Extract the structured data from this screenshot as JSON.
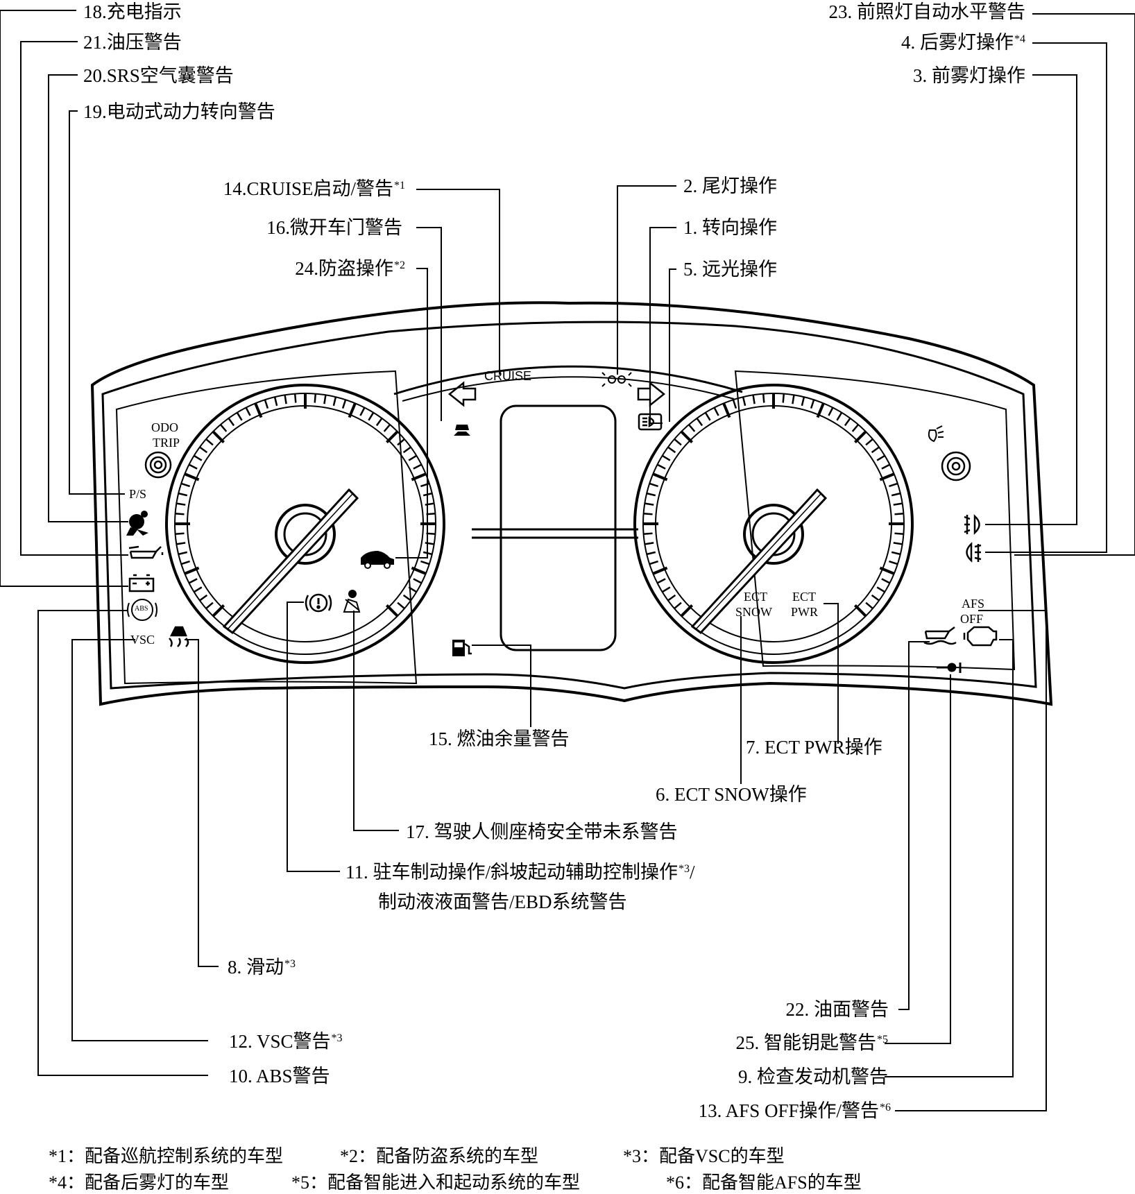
{
  "callouts": {
    "c18": {
      "text": "18.充电指示"
    },
    "c21": {
      "text": "21.油压警告"
    },
    "c20": {
      "text": "20.SRS空气囊警告"
    },
    "c19": {
      "text": "19.电动式动力转向警告"
    },
    "c23": {
      "text": "23. 前照灯自动水平警告"
    },
    "c4": {
      "text": "4. 后雾灯操作",
      "sup": "*4"
    },
    "c3": {
      "text": "3. 前雾灯操作"
    },
    "c14": {
      "text": "14.CRUISE启动/警告",
      "sup": "*1"
    },
    "c16": {
      "text": "16.微开车门警告"
    },
    "c24": {
      "text": "24.防盗操作",
      "sup": "*2"
    },
    "c2": {
      "text": "2. 尾灯操作"
    },
    "c1": {
      "text": "1. 转向操作"
    },
    "c5": {
      "text": "5. 远光操作"
    },
    "c15": {
      "text": "15. 燃油余量警告"
    },
    "c7": {
      "text": "7. ECT PWR操作"
    },
    "c6": {
      "text": "6. ECT SNOW操作"
    },
    "c17": {
      "text": "17. 驾驶人侧座椅安全带未系警告"
    },
    "c11": {
      "line1": "11. 驻车制动操作/斜坡起动辅助控制操作",
      "sup": "*3",
      "tail": "/",
      "line2": "制动液液面警告/EBD系统警告"
    },
    "c8": {
      "text": "8. 滑动",
      "sup": "*3"
    },
    "c22": {
      "text": "22. 油面警告"
    },
    "c12": {
      "text": "12. VSC警告",
      "sup": "*3"
    },
    "c25": {
      "text": "25. 智能钥匙警告",
      "sup": "*5"
    },
    "c10": {
      "text": "10. ABS警告"
    },
    "c9": {
      "text": "9. 检查发动机警告"
    },
    "c13": {
      "text": "13. AFS OFF操作/警告",
      "sup": "*6"
    }
  },
  "panel_text": {
    "odo": "ODO",
    "trip": "TRIP",
    "ps": "P/S",
    "vsc": "VSC",
    "abs": "ABS",
    "cruise": "CRUISE",
    "ect_snow_1": "ECT",
    "ect_snow_2": "SNOW",
    "ect_pwr_1": "ECT",
    "ect_pwr_2": "PWR",
    "afs_1": "AFS",
    "afs_2": "OFF"
  },
  "footnotes": {
    "row1": [
      "*1：配备巡航控制系统的车型",
      "*2：配备防盗系统的车型",
      "*3：配备VSC的车型"
    ],
    "row2": [
      "*4：配备后雾灯的车型",
      "*5：配备智能进入和起动系统的车型",
      "*6：配备智能AFS的车型"
    ]
  },
  "icons": [
    "battery-icon",
    "oil-pressure-icon",
    "airbag-icon",
    "abs-icon",
    "slip-icon",
    "brake-icon",
    "seatbelt-icon",
    "door-ajar-icon",
    "security-icon",
    "fuel-icon",
    "tail-light-icon",
    "turn-left-icon",
    "turn-right-icon",
    "high-beam-icon",
    "front-fog-icon",
    "rear-fog-icon",
    "oil-level-icon",
    "check-engine-icon",
    "smart-key-icon",
    "headlight-level-icon",
    "odo-knob-icon",
    "dimmer-knob-icon"
  ]
}
